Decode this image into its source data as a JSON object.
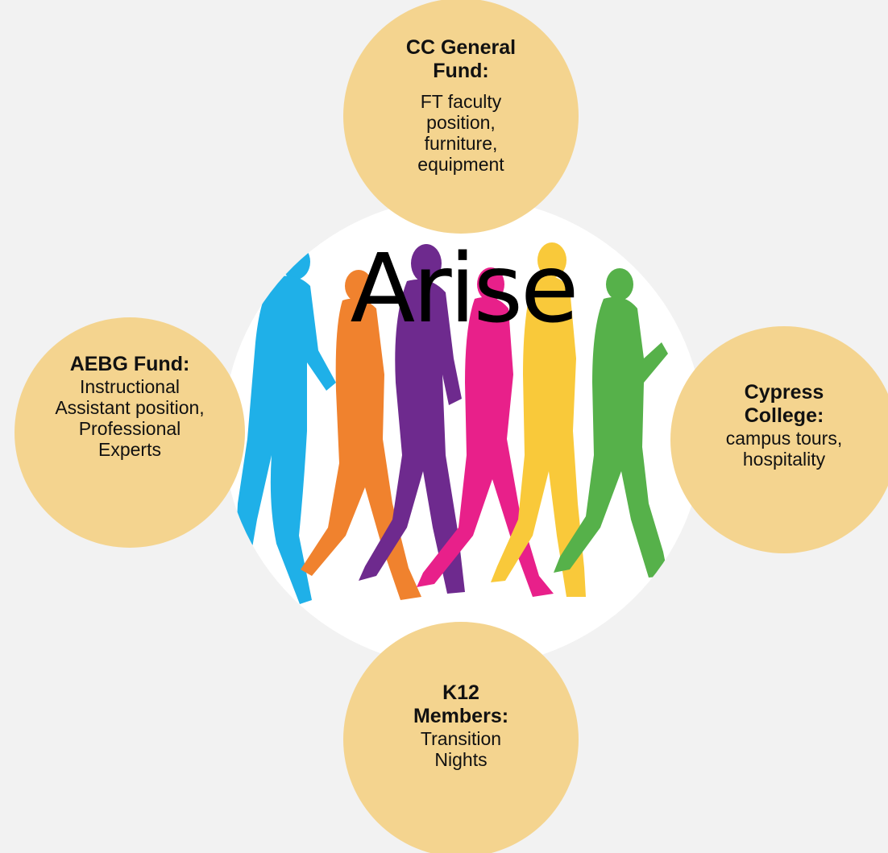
{
  "hub": {
    "title": "Arise"
  },
  "bubbles": {
    "top": {
      "heading": "CC General Fund:",
      "body": "FT faculty position, furniture, equipment"
    },
    "left": {
      "heading": "AEBG Fund:",
      "body": "Instructional Assistant position, Professional Experts"
    },
    "right": {
      "heading": "Cypress College:",
      "body": "campus tours, hospitality"
    },
    "bottom": {
      "heading": "K12 Members:",
      "body": "Transition Nights"
    }
  },
  "colors": {
    "background": "#f2f2f2",
    "bubble_fill": "#f4d48f",
    "hub_fill": "#ffffff",
    "figure_blue": "#1fb0e8",
    "figure_orange": "#f0822e",
    "figure_purple": "#6e2a8e",
    "figure_pink": "#e8208a",
    "figure_yellow": "#f9c93a",
    "figure_green": "#56b14a"
  },
  "icons": [
    "walking-people-silhouettes"
  ]
}
